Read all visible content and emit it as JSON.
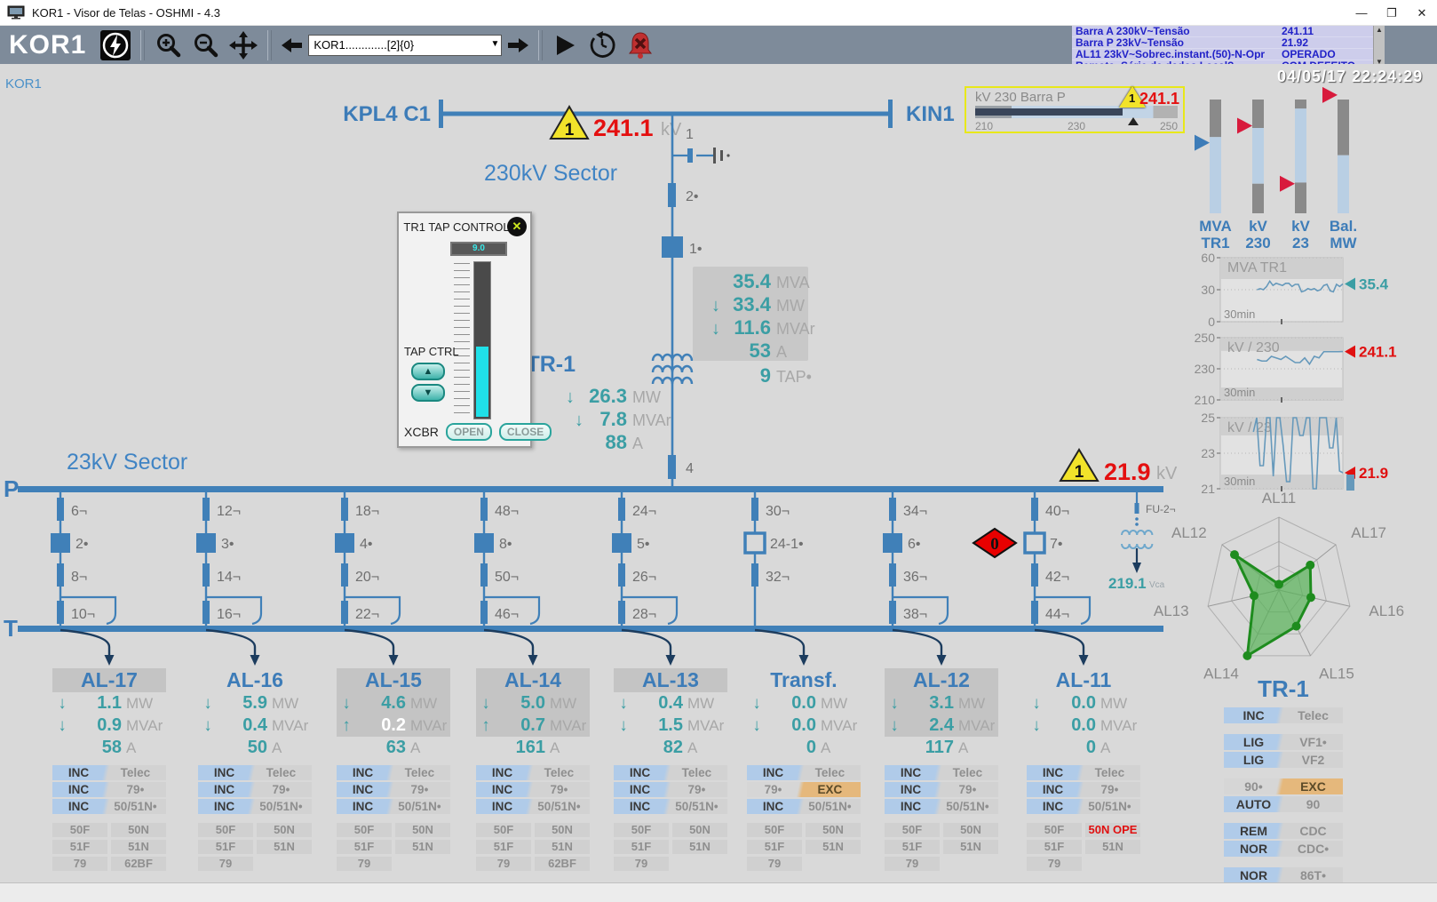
{
  "colors": {
    "accent_blue": "#3d7cb8",
    "line_blue": "#4080b8",
    "teal": "#3b9ea4",
    "alarm_red": "#e01010",
    "warning_yellow": "#f2e32a",
    "status_blue": "#b0cbe9",
    "status_gray": "#d2d2d2",
    "exc_orange": "#e5b87c",
    "alarm_list_blue": "#2222c8"
  },
  "window": {
    "title": "KOR1 - Visor de Telas - OSHMI - 4.3",
    "minimize": "—",
    "maximize": "❐",
    "close": "✕"
  },
  "toolbar": {
    "station": "KOR1",
    "screen_select": "KOR1.............[2]{0}",
    "dd_arrow": "▼"
  },
  "alarm_list": {
    "rows": [
      {
        "text": "Barra A 230kV~Tensão",
        "value": "241.11"
      },
      {
        "text": "Barra P 23kV~Tensão",
        "value": "21.92"
      },
      {
        "text": "AL11 23kV~Sobrec.instant.(50)-N-Opr",
        "value": "OPERADO"
      },
      {
        "text": "Remota~Série de dados Local?",
        "value": "COM DEFEITO"
      }
    ],
    "scroll_up": "▲",
    "scroll_down": "▼"
  },
  "clock": "04/05/17 22:24:29",
  "canvas_label": "KOR1",
  "hv": {
    "bus_left": "KPL4 C1",
    "bus_right": "KIN1",
    "sector": "230kV Sector",
    "warn_count": "1",
    "voltage": "241.1",
    "voltage_unit": "kV",
    "sw_label_1": "1",
    "sw_label_2": "2•",
    "breaker_label": "1•",
    "sw_label_4": "4",
    "tr_name": "▶TR-1",
    "in_mva": "35.4",
    "in_mva_u": "MVA",
    "in_mw": "33.4",
    "in_mw_u": "MW",
    "in_mvar": "11.6",
    "in_mvar_u": "MVAr",
    "in_amps": "53",
    "in_amps_u": "A",
    "tap": "9",
    "tap_u": "TAP•",
    "out_mw": "26.3",
    "out_mw_u": "MW",
    "out_mvar": "7.8",
    "out_mvar_u": "MVAr",
    "out_amps": "88",
    "out_amps_u": "A",
    "arrow_down": "↓"
  },
  "tap_control": {
    "title": "TR1 TAP CONTROL",
    "display": "9.0",
    "ctrl_label": "TAP CTRL",
    "up": "▲",
    "down": "▼",
    "xcbr_label": "XCBR",
    "open_label": "OPEN",
    "close_label": "CLOSE",
    "close_icon": "✕"
  },
  "lv": {
    "sector": "23kV Sector",
    "bus_p": "P",
    "bus_t": "T",
    "warn_count": "1",
    "voltage": "21.9",
    "voltage_unit": "kV",
    "fuse_label": "FU-2¬",
    "pt_value": "219.1",
    "pt_unit": "Vca"
  },
  "bays": [
    {
      "s1": "6¬",
      "breaker": "2•",
      "s2": "8¬",
      "s3": "10¬",
      "open": false
    },
    {
      "s1": "12¬",
      "breaker": "3•",
      "s2": "14¬",
      "s3": "16¬",
      "open": false
    },
    {
      "s1": "18¬",
      "breaker": "4•",
      "s2": "20¬",
      "s3": "22¬",
      "open": false
    },
    {
      "s1": "48¬",
      "breaker": "8•",
      "s2": "50¬",
      "s3": "46¬",
      "open": false
    },
    {
      "s1": "24¬",
      "breaker": "5•",
      "s2": "26¬",
      "s3": "28¬",
      "open": false
    },
    {
      "s1": "30¬",
      "breaker": "24-1•",
      "s2": "32¬",
      "s3": null,
      "open": true
    },
    {
      "s1": "34¬",
      "breaker": "6•",
      "s2": "36¬",
      "s3": "38¬",
      "open": false
    },
    {
      "s1": "40¬",
      "breaker": "7•",
      "s2": "42¬",
      "s3": "44¬",
      "open": true,
      "alarm": "0"
    }
  ],
  "panels": [
    {
      "title": "AL-17",
      "hl_title": true,
      "hl_meas": false,
      "meas": [
        {
          "arrow": "↓",
          "value": "1.1",
          "unit": "MW"
        },
        {
          "arrow": "↓",
          "value": "0.9",
          "unit": "MVAr"
        },
        {
          "arrow": "",
          "value": "58",
          "unit": "A"
        }
      ],
      "status": [
        {
          "l": "INC",
          "r": "Telec",
          "style": "blue"
        },
        {
          "l": "INC",
          "r": "79•",
          "style": "blue"
        },
        {
          "l": "INC",
          "r": "50/51N•",
          "style": "blue"
        }
      ],
      "prot": [
        {
          "a": "50F",
          "b": "50N"
        },
        {
          "a": "51F",
          "b": "51N"
        },
        {
          "a": "79",
          "b": "62BF"
        }
      ]
    },
    {
      "title": "AL-16",
      "hl_title": false,
      "hl_meas": false,
      "meas": [
        {
          "arrow": "↓",
          "value": "5.9",
          "unit": "MW"
        },
        {
          "arrow": "↓",
          "value": "0.4",
          "unit": "MVAr"
        },
        {
          "arrow": "",
          "value": "50",
          "unit": "A"
        }
      ],
      "status": [
        {
          "l": "INC",
          "r": "Telec",
          "style": "blue"
        },
        {
          "l": "INC",
          "r": "79•",
          "style": "blue"
        },
        {
          "l": "INC",
          "r": "50/51N•",
          "style": "blue"
        }
      ],
      "prot": [
        {
          "a": "50F",
          "b": "50N"
        },
        {
          "a": "51F",
          "b": "51N"
        },
        {
          "a": "79",
          "b": ""
        }
      ]
    },
    {
      "title": "AL-15",
      "hl_title": true,
      "hl_meas": true,
      "meas": [
        {
          "arrow": "↓",
          "value": "4.6",
          "unit": "MW"
        },
        {
          "arrow": "↑",
          "value": "0.2",
          "unit": "MVAr",
          "white": true
        },
        {
          "arrow": "",
          "value": "63",
          "unit": "A"
        }
      ],
      "status": [
        {
          "l": "INC",
          "r": "Telec",
          "style": "blue"
        },
        {
          "l": "INC",
          "r": "79•",
          "style": "blue"
        },
        {
          "l": "INC",
          "r": "50/51N•",
          "style": "blue"
        }
      ],
      "prot": [
        {
          "a": "50F",
          "b": "50N"
        },
        {
          "a": "51F",
          "b": "51N"
        },
        {
          "a": "79",
          "b": ""
        }
      ]
    },
    {
      "title": "AL-14",
      "hl_title": true,
      "hl_meas": true,
      "meas": [
        {
          "arrow": "↓",
          "value": "5.0",
          "unit": "MW"
        },
        {
          "arrow": "↑",
          "value": "0.7",
          "unit": "MVAr"
        },
        {
          "arrow": "",
          "value": "161",
          "unit": "A"
        }
      ],
      "status": [
        {
          "l": "INC",
          "r": "Telec",
          "style": "blue"
        },
        {
          "l": "INC",
          "r": "79•",
          "style": "blue"
        },
        {
          "l": "INC",
          "r": "50/51N•",
          "style": "blue"
        }
      ],
      "prot": [
        {
          "a": "50F",
          "b": "50N"
        },
        {
          "a": "51F",
          "b": "51N"
        },
        {
          "a": "79",
          "b": "62BF"
        }
      ]
    },
    {
      "title": "AL-13",
      "hl_title": true,
      "hl_meas": false,
      "meas": [
        {
          "arrow": "↓",
          "value": "0.4",
          "unit": "MW"
        },
        {
          "arrow": "↓",
          "value": "1.5",
          "unit": "MVAr"
        },
        {
          "arrow": "",
          "value": "82",
          "unit": "A"
        }
      ],
      "status": [
        {
          "l": "INC",
          "r": "Telec",
          "style": "blue"
        },
        {
          "l": "INC",
          "r": "79•",
          "style": "blue"
        },
        {
          "l": "INC",
          "r": "50/51N•",
          "style": "blue"
        }
      ],
      "prot": [
        {
          "a": "50F",
          "b": "50N"
        },
        {
          "a": "51F",
          "b": "51N"
        },
        {
          "a": "79",
          "b": ""
        }
      ]
    },
    {
      "title": "Transf.",
      "hl_title": false,
      "hl_meas": false,
      "meas": [
        {
          "arrow": "↓",
          "value": "0.0",
          "unit": "MW"
        },
        {
          "arrow": "↓",
          "value": "0.0",
          "unit": "MVAr"
        },
        {
          "arrow": "",
          "value": "0",
          "unit": "A"
        }
      ],
      "status": [
        {
          "l": "INC",
          "r": "Telec",
          "style": "blue"
        },
        {
          "l": "79•",
          "r": "EXC",
          "style": "exc"
        },
        {
          "l": "INC",
          "r": "50/51N•",
          "style": "blue"
        }
      ],
      "prot": [
        {
          "a": "50F",
          "b": "50N"
        },
        {
          "a": "51F",
          "b": "51N"
        },
        {
          "a": "79",
          "b": ""
        }
      ]
    },
    {
      "title": "AL-12",
      "hl_title": true,
      "hl_meas": true,
      "meas": [
        {
          "arrow": "↓",
          "value": "3.1",
          "unit": "MW"
        },
        {
          "arrow": "↓",
          "value": "2.4",
          "unit": "MVAr"
        },
        {
          "arrow": "",
          "value": "117",
          "unit": "A"
        }
      ],
      "status": [
        {
          "l": "INC",
          "r": "Telec",
          "style": "blue"
        },
        {
          "l": "INC",
          "r": "79•",
          "style": "blue"
        },
        {
          "l": "INC",
          "r": "50/51N•",
          "style": "blue"
        }
      ],
      "prot": [
        {
          "a": "50F",
          "b": "50N"
        },
        {
          "a": "51F",
          "b": "51N"
        },
        {
          "a": "79",
          "b": ""
        }
      ]
    },
    {
      "title": "AL-11",
      "hl_title": false,
      "hl_meas": false,
      "meas": [
        {
          "arrow": "↓",
          "value": "0.0",
          "unit": "MW"
        },
        {
          "arrow": "↓",
          "value": "0.0",
          "unit": "MVAr"
        },
        {
          "arrow": "",
          "value": "0",
          "unit": "A"
        }
      ],
      "status": [
        {
          "l": "INC",
          "r": "Telec",
          "style": "blue"
        },
        {
          "l": "INC",
          "r": "79•",
          "style": "blue"
        },
        {
          "l": "INC",
          "r": "50/51N•",
          "style": "blue"
        }
      ],
      "prot": [
        {
          "a": "50F",
          "b": "50N OPE",
          "alert": true
        },
        {
          "a": "51F",
          "b": "51N"
        },
        {
          "a": "79",
          "b": ""
        }
      ]
    }
  ],
  "bus_gauge": {
    "title": "kV 230 Barra P",
    "min": "210",
    "mid": "230",
    "max": "250",
    "warn_count": "1",
    "value": "241.1",
    "fill_pct": 73,
    "pointer_pct": 78
  },
  "gauges": [
    {
      "label1": "MVA",
      "label2": "TR1",
      "segments": [
        [
          "gray",
          0,
          33
        ],
        [
          "blue",
          33,
          100
        ]
      ],
      "pointer_pct": 38,
      "pointer_color": "#3d7cb8"
    },
    {
      "label1": "kV",
      "label2": "230",
      "segments": [
        [
          "gray",
          0,
          25
        ],
        [
          "blue",
          25,
          74
        ],
        [
          "gray",
          74,
          100
        ]
      ],
      "pointer_pct": 23,
      "pointer_color": "#d81a3c"
    },
    {
      "label1": "kV",
      "label2": "23",
      "segments": [
        [
          "gray",
          0,
          8
        ],
        [
          "blue",
          8,
          73
        ],
        [
          "gray",
          73,
          100
        ]
      ],
      "pointer_pct": 74,
      "pointer_color": "#d81a3c"
    },
    {
      "label1": "Bal.",
      "label2": "MW",
      "segments": [
        [
          "gray",
          0,
          49
        ],
        [
          "blue",
          49,
          100
        ]
      ],
      "pointer_pct": -4,
      "pointer_color": "#d81a3c"
    }
  ],
  "tr1_panel": {
    "title": "TR-1",
    "rows": [
      {
        "l": "INC",
        "r": "Telec",
        "style": "blue",
        "gap": true
      },
      {
        "l": "LIG",
        "r": "VF1•",
        "style": "blue",
        "gap": false
      },
      {
        "l": "LIG",
        "r": "VF2",
        "style": "blue",
        "gap": true
      },
      {
        "l": "90•",
        "r": "EXC",
        "style": "exc",
        "gap": false
      },
      {
        "l": "AUTO",
        "r": "90",
        "style": "blue",
        "gap": true
      },
      {
        "l": "REM",
        "r": "CDC",
        "style": "blue",
        "gap": false
      },
      {
        "l": "NOR",
        "r": "CDC•",
        "style": "blue",
        "gap": true
      },
      {
        "l": "NOR",
        "r": "86T•",
        "style": "blue",
        "gap": false
      }
    ]
  },
  "chart_data": [
    {
      "type": "line",
      "title": "MVA TR1",
      "xlabel": "30min",
      "ylim": [
        0,
        60
      ],
      "yticks": [
        60,
        30,
        0
      ],
      "x_start_frac": 0.3,
      "values": [
        30,
        31,
        30,
        33,
        38,
        34,
        36,
        35,
        34,
        36,
        36,
        33,
        35,
        35,
        28,
        29,
        31,
        30,
        31,
        29,
        30,
        34,
        35,
        29,
        28,
        35,
        33,
        35.4
      ],
      "pointer": {
        "value": 35.4,
        "label": "35.4",
        "color": "#3b9ea4"
      }
    },
    {
      "type": "line",
      "title": "kV / 230",
      "xlabel": "30min",
      "ylim": [
        210,
        250
      ],
      "yticks": [
        250,
        230,
        210
      ],
      "x_start_frac": 0.3,
      "values": [
        236,
        235,
        235,
        238,
        237,
        236,
        238,
        236,
        234,
        234,
        237,
        233,
        238,
        237,
        241,
        241,
        241,
        241,
        241.1
      ],
      "pointer": {
        "value": 241.1,
        "label": "241.1",
        "color": "#e01010"
      }
    },
    {
      "type": "line",
      "title": "kV / 23",
      "xlabel": "30min",
      "ylim": [
        21,
        25
      ],
      "yticks": [
        25,
        23,
        21
      ],
      "x_start_frac": 0.27,
      "values": [
        24.2,
        25,
        22.3,
        22.3,
        25,
        25,
        21.7,
        25,
        25,
        23.4,
        21.4,
        21.4,
        25,
        25,
        24,
        24,
        25,
        25,
        21,
        21,
        25,
        25,
        25,
        23.3,
        23.3,
        25,
        22,
        21.9
      ],
      "pointer": {
        "value": 21.9,
        "label": "21.9",
        "color": "#e01010"
      }
    },
    {
      "type": "radar",
      "labels": [
        "AL11",
        "AL17",
        "AL16",
        "AL15",
        "AL14",
        "AL13",
        "AL12"
      ],
      "values": [
        0.08,
        0.55,
        0.45,
        0.55,
        1.0,
        0.35,
        0.78
      ],
      "fill": "#57b257",
      "stroke": "#1e8c1e"
    }
  ]
}
